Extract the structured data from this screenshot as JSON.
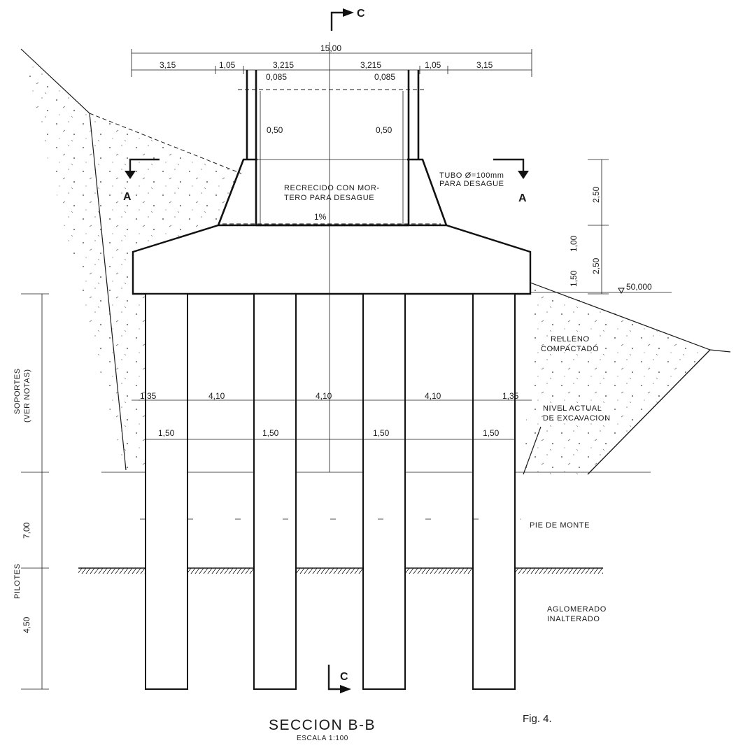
{
  "section_c_marks": {
    "top": "C",
    "bottom": "C"
  },
  "section_a_marks": {
    "left": "A",
    "right": "A"
  },
  "dimensions": {
    "overall_width": "15,00",
    "top_segments": [
      "3,15",
      "1,05",
      "3,215",
      "3,215",
      "1,05",
      "3,15"
    ],
    "parapet_left": "0,085",
    "parapet_right": "0,085",
    "wall_left": "0,50",
    "wall_right": "0,50",
    "pile_spacing": [
      "1,35",
      "4,10",
      "4,10",
      "4,10",
      "1,35"
    ],
    "pile_width": [
      "1,50",
      "1,50",
      "1,50",
      "1,50"
    ],
    "right_heights": [
      "2,50",
      "1,00",
      "2,50",
      "1,50"
    ],
    "slope": "1%",
    "elevation": "50,000",
    "soportes_height": "7,00",
    "pilotes_height": "4,50"
  },
  "annotations": {
    "recrecido_line1": "RECRECIDO CON MOR-",
    "recrecido_line2": "TERO PARA DESAGUE",
    "tubo_line1": "TUBO Ø=100mm",
    "tubo_line2": "PARA DESAGUE",
    "relleno_line1": "RELLENO",
    "relleno_line2": "COMPACTADO",
    "nivel_line1": "NIVEL ACTUAL",
    "nivel_line2": "DE EXCAVACION",
    "pie_de_monte": "PIE  DE  MONTE",
    "aglomerado_line1": "AGLOMERADO",
    "aglomerado_line2": "INALTERADO",
    "soportes_line1": "SOPORTES",
    "soportes_line2": "(VER NOTAS)",
    "pilotes": "PILOTES"
  },
  "caption": {
    "title": "SECCION  B-B",
    "scale": "ESCALA   1:100",
    "figure": "Fig. 4."
  }
}
